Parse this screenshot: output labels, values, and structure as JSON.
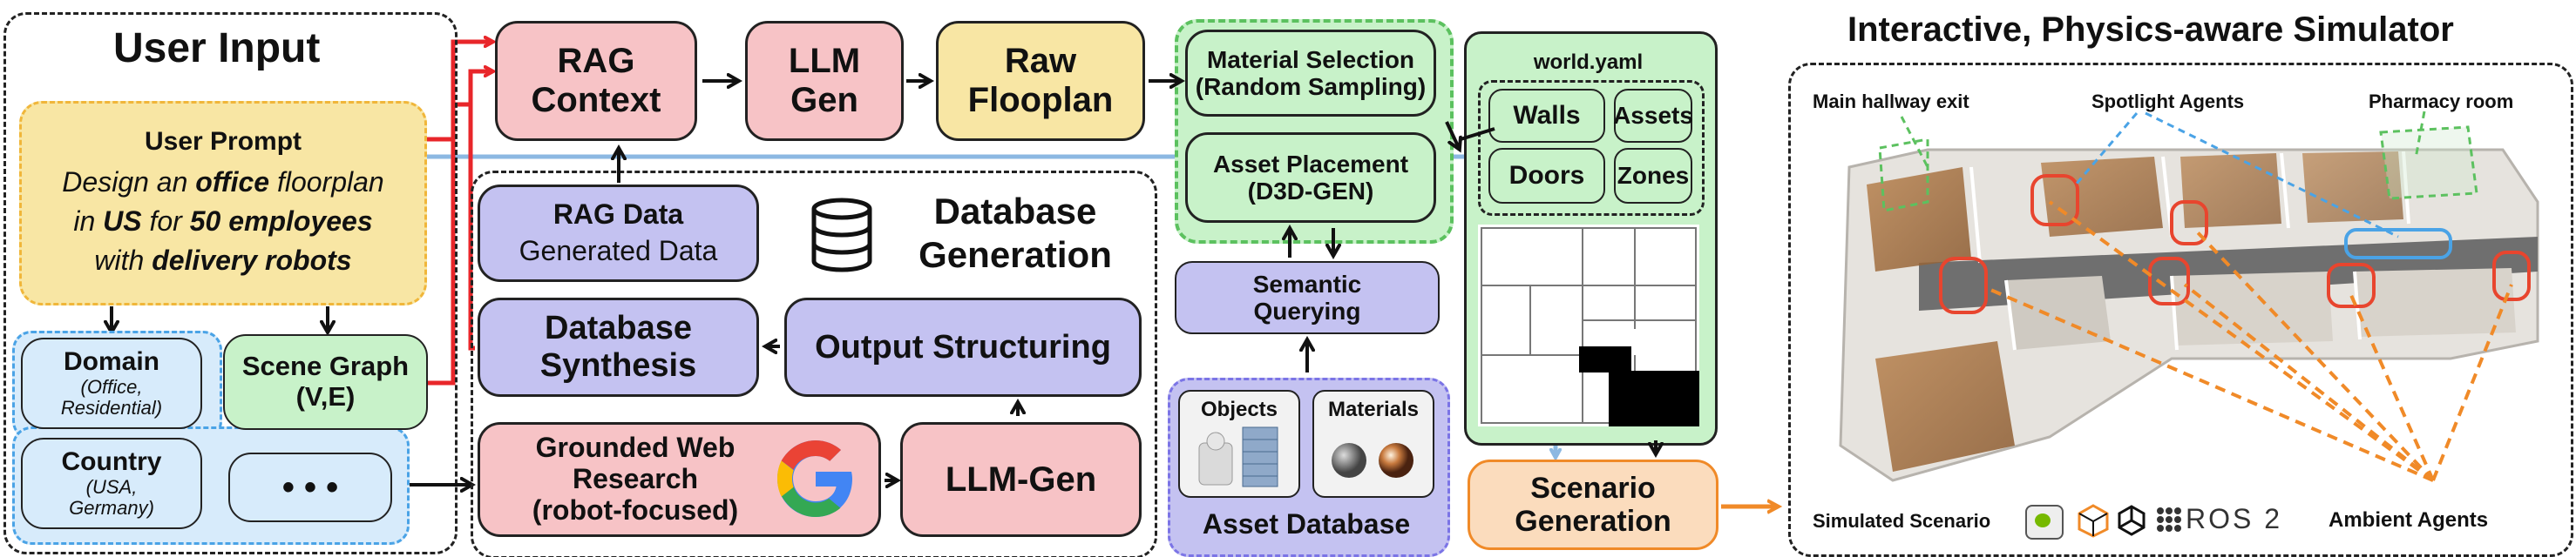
{
  "user_input": {
    "title": "User Input",
    "prompt_title": "User Prompt",
    "prompt_lines": [
      [
        {
          "t": "Design an ",
          "b": false
        },
        {
          "t": "office",
          "b": true
        },
        {
          "t": " floorplan",
          "b": false
        }
      ],
      [
        {
          "t": "in ",
          "b": false
        },
        {
          "t": "US",
          "b": true
        },
        {
          "t": " for ",
          "b": false
        },
        {
          "t": "50 employees",
          "b": true
        }
      ],
      [
        {
          "t": "with ",
          "b": false
        },
        {
          "t": "delivery robots",
          "b": true
        }
      ]
    ],
    "domain_title": "Domain",
    "domain_sub1": "(Office,",
    "domain_sub2": "Residential)",
    "country_title": "Country",
    "country_sub1": "(USA,",
    "country_sub2": "Germany)",
    "ellipsis": "• • •",
    "scene_graph_title": "Scene Graph",
    "scene_graph_sub": "(V,E)"
  },
  "pipeline": {
    "rag_context": [
      "RAG",
      "Context"
    ],
    "llm_gen": [
      "LLM",
      "Gen"
    ],
    "raw_floorplan": [
      "Raw",
      "Flooplan"
    ]
  },
  "database": {
    "title1": "Database",
    "title2": "Generation",
    "rag_data": "RAG Data",
    "generated_data": "Generated Data",
    "synthesis": [
      "Database",
      "Synthesis"
    ],
    "output_structuring": "Output Structuring",
    "web_research": [
      "Grounded Web",
      "Research",
      "(robot-focused)"
    ],
    "llm_gen": "LLM-Gen"
  },
  "assets": {
    "material_selection": [
      "Material Selection",
      "(Random Sampling)"
    ],
    "asset_placement": [
      "Asset Placement",
      "(D3D-GEN)"
    ],
    "semantic_querying": [
      "Semantic",
      "Querying"
    ],
    "objects": "Objects",
    "materials": "Materials",
    "asset_database": "Asset Database"
  },
  "world": {
    "title": "world.yaml",
    "walls": "Walls",
    "assets": "Assets",
    "doors": "Doors",
    "zones": "Zones",
    "scenario": [
      "Scenario",
      "Generation"
    ]
  },
  "simulator": {
    "title": "Interactive, Physics-aware Simulator",
    "main_hallway_exit": "Main hallway exit",
    "spotlight_agents": "Spotlight Agents",
    "pharmacy_room": "Pharmacy room",
    "simulated_scenario": "Simulated Scenario",
    "ros2": "ROS 2",
    "ambient_agents": "Ambient Agents"
  },
  "colors": {
    "red_arrow": "#e8262a",
    "blue_line": "#8cb8e2",
    "orange_dash": "#f08a28",
    "green_dash": "#5cc15f",
    "blue_dash": "#4aa3e6",
    "agent_circle": "#e8452e"
  }
}
